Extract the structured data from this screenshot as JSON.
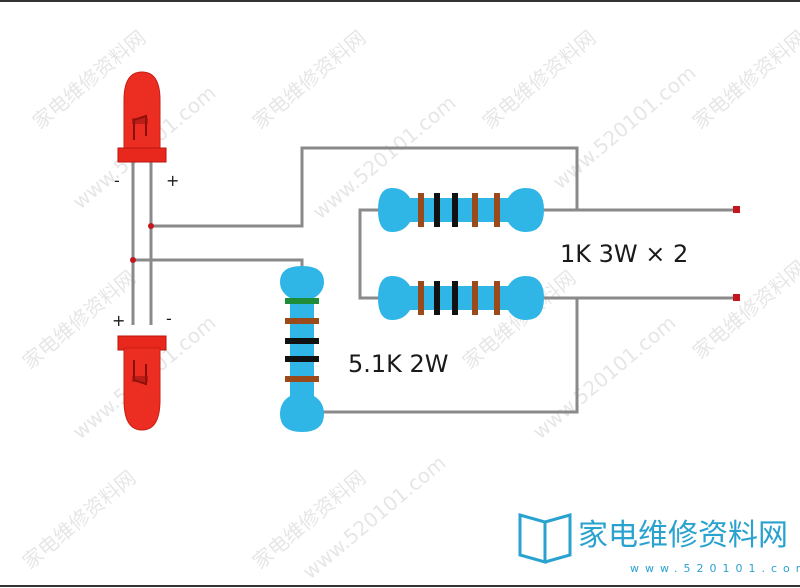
{
  "components": {
    "led_top": {
      "plus": "+",
      "minus": "-"
    },
    "led_bottom": {
      "plus": "+",
      "minus": "-"
    },
    "resistor_pair_label": "1K 3W × 2",
    "resistor_single_label": "5.1K 2W"
  },
  "watermark": {
    "text": "家电维修资料网",
    "url": "www.520101.com",
    "logo_text": "家电维修资料网",
    "logo_url": "www.520101.com"
  },
  "colors": {
    "wire": "#8a8a8a",
    "resistor_body": "#2fb6e6",
    "led_red": "#e8281c",
    "terminal": "#c4161c",
    "logo": "#2aa2cf"
  }
}
